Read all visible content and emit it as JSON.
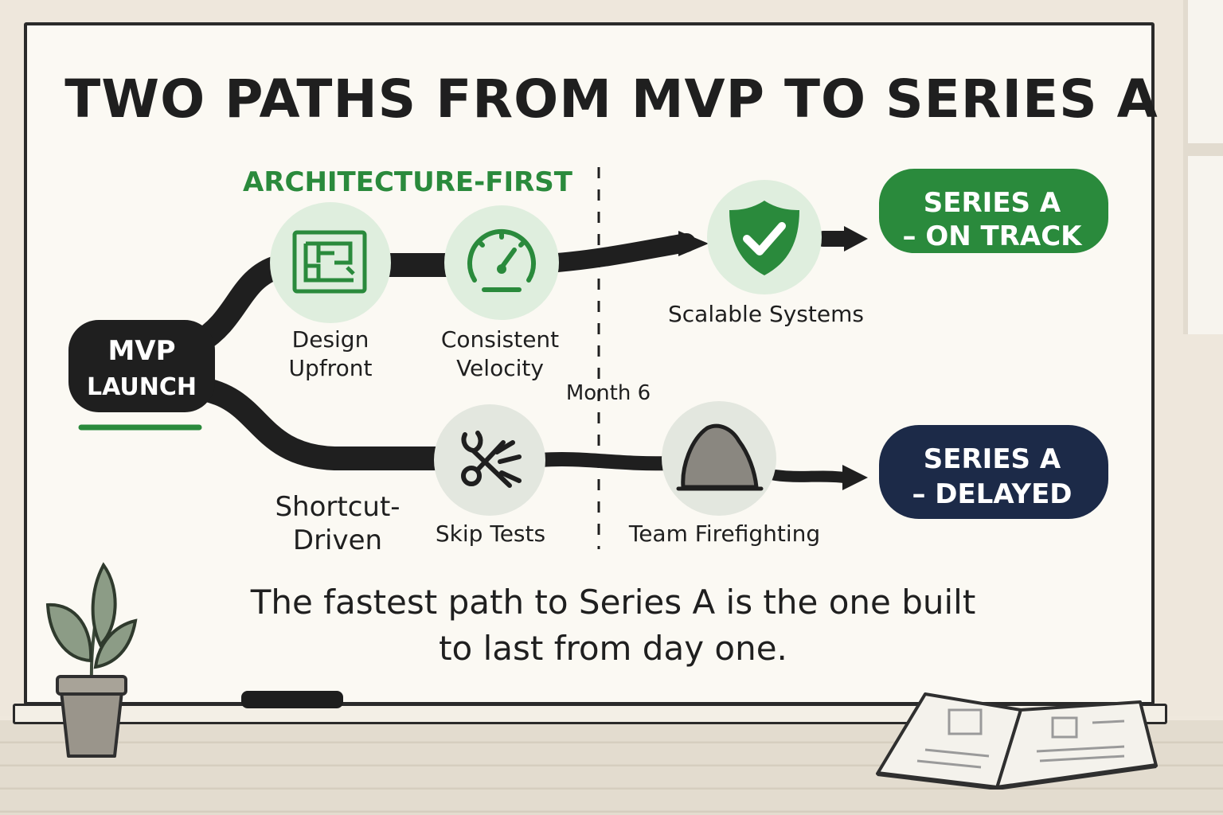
{
  "title": "TWO PATHS FROM MVP TO SERIES A",
  "start_node": {
    "line1": "MVP",
    "line2": "LAUNCH"
  },
  "top_path": {
    "label": "ARCHITECTURE-FIRST",
    "steps": [
      {
        "label_line1": "Design",
        "label_line2": "Upfront",
        "icon": "blueprint-icon"
      },
      {
        "label_line1": "Consistent",
        "label_line2": "Velocity",
        "icon": "speedometer-icon"
      },
      {
        "label_line1": "Scalable Systems",
        "label_line2": "",
        "icon": "shield-check-icon"
      }
    ],
    "outcome": {
      "line1": "SERIES A",
      "line2": "– ON TRACK"
    }
  },
  "bottom_path": {
    "label_line1": "Shortcut-",
    "label_line2": "Driven",
    "steps": [
      {
        "label": "Skip Tests",
        "icon": "wrench-scissors-icon"
      },
      {
        "label": "Team Firefighting",
        "icon": "boulder-icon"
      }
    ],
    "outcome": {
      "line1": "SERIES A",
      "line2": "– DELAYED"
    }
  },
  "divider_label": "Month 6",
  "tagline_line1": "The fastest path to Series A is the one built",
  "tagline_line2": "to last from day one.",
  "colors": {
    "green": "#2a8a3c",
    "light_green": "#dfeede",
    "navy": "#1c2a48",
    "ink": "#1f1f1f",
    "grey_node": "#e3e7df"
  }
}
